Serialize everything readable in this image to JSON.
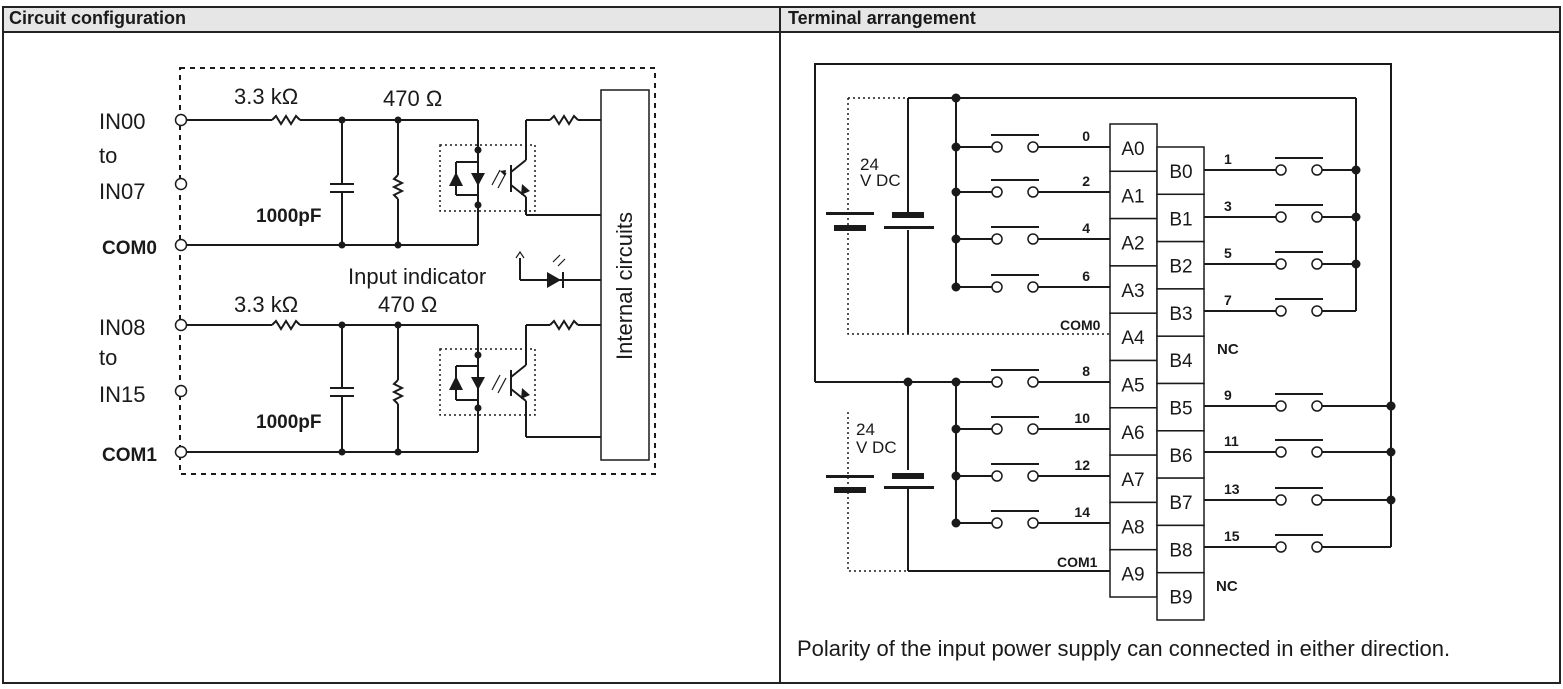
{
  "headers": {
    "circuit_configuration": "Circuit configuration",
    "terminal_arrangement": "Terminal arrangement"
  },
  "circuit": {
    "upper": {
      "input_start": "IN00",
      "to": "to",
      "input_end": "IN07",
      "common": "COM0",
      "resistor_series": "3.3 kΩ",
      "resistor_parallel": "470 Ω",
      "capacitor": "1000pF"
    },
    "lower": {
      "input_start": "IN08",
      "to": "to",
      "input_end": "IN15",
      "common": "COM1",
      "resistor_series": "3.3 kΩ",
      "resistor_parallel": "470 Ω",
      "capacitor": "1000pF"
    },
    "input_indicator": "Input indicator",
    "internal_circuits": "Internal circuits"
  },
  "terminal": {
    "supply_upper": [
      "24",
      "V DC"
    ],
    "supply_lower": [
      "24",
      "V DC"
    ],
    "a_terminals": [
      "A0",
      "A1",
      "A2",
      "A3",
      "A4",
      "A5",
      "A6",
      "A7",
      "A8",
      "A9"
    ],
    "b_terminals": [
      "B0",
      "B1",
      "B2",
      "B3",
      "B4",
      "B5",
      "B6",
      "B7",
      "B8",
      "B9"
    ],
    "a_inputs": [
      "0",
      "2",
      "4",
      "6",
      "8",
      "10",
      "12",
      "14"
    ],
    "b_inputs": [
      "1",
      "3",
      "5",
      "7",
      "9",
      "11",
      "13",
      "15"
    ],
    "com0": "COM0",
    "com1": "COM1",
    "nc_upper": "NC",
    "nc_lower": "NC"
  },
  "footnote": "Polarity of the input power supply can connected in either direction."
}
